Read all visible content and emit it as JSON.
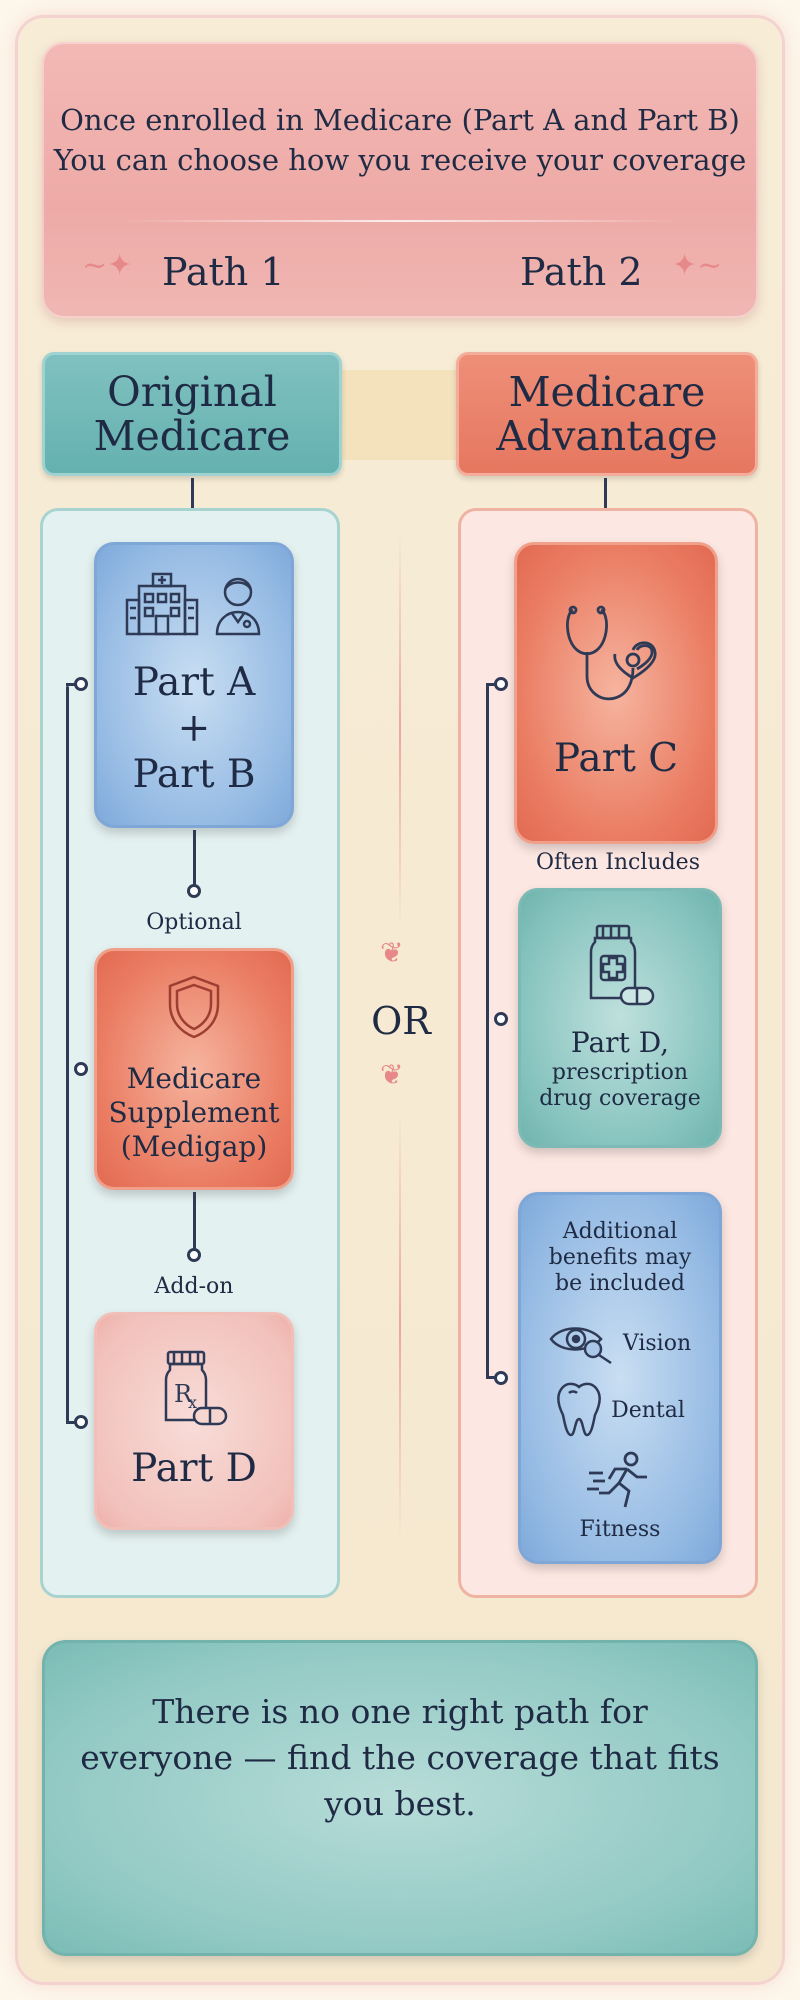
{
  "header": {
    "line1": "Once enrolled in Medicare (Part A and Part B)",
    "line2": "You can choose how you receive your coverage",
    "path1": "Path 1",
    "path2": "Path 2"
  },
  "left": {
    "title_line1": "Original",
    "title_line2": "Medicare",
    "card1": {
      "line1": "Part A",
      "line2": "+",
      "line3": "Part B",
      "icons": [
        "hospital-icon",
        "doctor-icon"
      ]
    },
    "connector1": "Optional",
    "card2": {
      "line1": "Medicare",
      "line2": "Supplement",
      "line3": "(Medigap)",
      "icon": "shield-icon"
    },
    "connector2": "Add-on",
    "card3": {
      "label": "Part D",
      "icon": "rx-bottle-icon"
    }
  },
  "or_label": "OR",
  "right": {
    "title_line1": "Medicare",
    "title_line2": "Advantage",
    "card1": {
      "label": "Part C",
      "icon": "stethoscope-heart-icon"
    },
    "connector1": "Often Includes",
    "card2": {
      "line1": "Part D,",
      "line2": "prescription",
      "line3": "drug coverage",
      "icon": "medicine-bottle-icon"
    },
    "card3": {
      "line1": "Additional",
      "line2": "benefits may",
      "line3": "be included",
      "benefits": [
        {
          "label": "Vision",
          "icon": "eye-icon"
        },
        {
          "label": "Dental",
          "icon": "tooth-icon"
        },
        {
          "label": "Fitness",
          "icon": "runner-icon"
        }
      ]
    }
  },
  "footer": {
    "line1": "There is no one right path for",
    "line2": "everyone — find the coverage that fits",
    "line3": "you best."
  },
  "colors": {
    "header": "#eeaaa7",
    "teal": "#65b1b0",
    "coral": "#e67760",
    "blue": "#93b9e3",
    "text": "#1f2b44"
  }
}
